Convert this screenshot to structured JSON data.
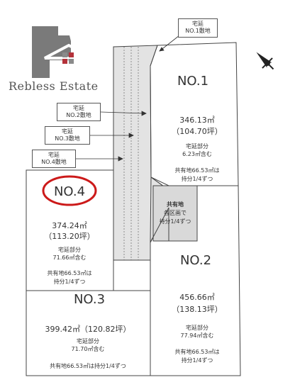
{
  "brand": {
    "name": "Rebless Estate",
    "logo": "house-logo"
  },
  "callouts": {
    "no1": [
      "宅延",
      "NO.1敷地"
    ],
    "no2": [
      "宅延",
      "NO.2敷地"
    ],
    "no3": [
      "宅延",
      "NO.3敷地"
    ],
    "no4": [
      "宅延",
      "NO.4敷地"
    ]
  },
  "lots": {
    "no1": {
      "label": "NO.1",
      "area_sqm": "346.13㎡",
      "area_tsubo": "（104.70坪）",
      "road_part": "宅延部分",
      "road_area": "6.23㎡含む",
      "shared": "共有地66.53㎡は",
      "share": "持分1/4ずつ"
    },
    "no2": {
      "label": "NO.2",
      "area_sqm": "456.66㎡",
      "area_tsubo": "（138.13坪）",
      "road_part": "宅延部分",
      "road_area": "77.94㎡含む",
      "shared": "共有地66.53㎡は",
      "share": "持分1/4ずつ"
    },
    "no3": {
      "label": "NO.3",
      "area_line": "399.42㎡（120.82坪）",
      "road_part": "宅延部分",
      "road_area": "71.70㎡含む",
      "shared_line": "共有地66.53㎡は持分1/4ずつ"
    },
    "no4": {
      "label": "NO.4",
      "area_sqm": "374.24㎡",
      "area_tsubo": "（113.20坪）",
      "road_part": "宅延部分",
      "road_area": "71.66㎡含む",
      "shared": "共有地66.53㎡は",
      "share": "持分1/4ずつ"
    }
  },
  "common_land": {
    "title": "共有地",
    "line1": "各区画で",
    "line2": "持分1/4ずつ"
  },
  "compass": {
    "icon": "north-arrow-icon"
  },
  "colors": {
    "road": "#e3e3e3",
    "highlight": "#cc1a1a",
    "logo_gray": "#7a7a7a",
    "logo_red": "#b4323a"
  }
}
